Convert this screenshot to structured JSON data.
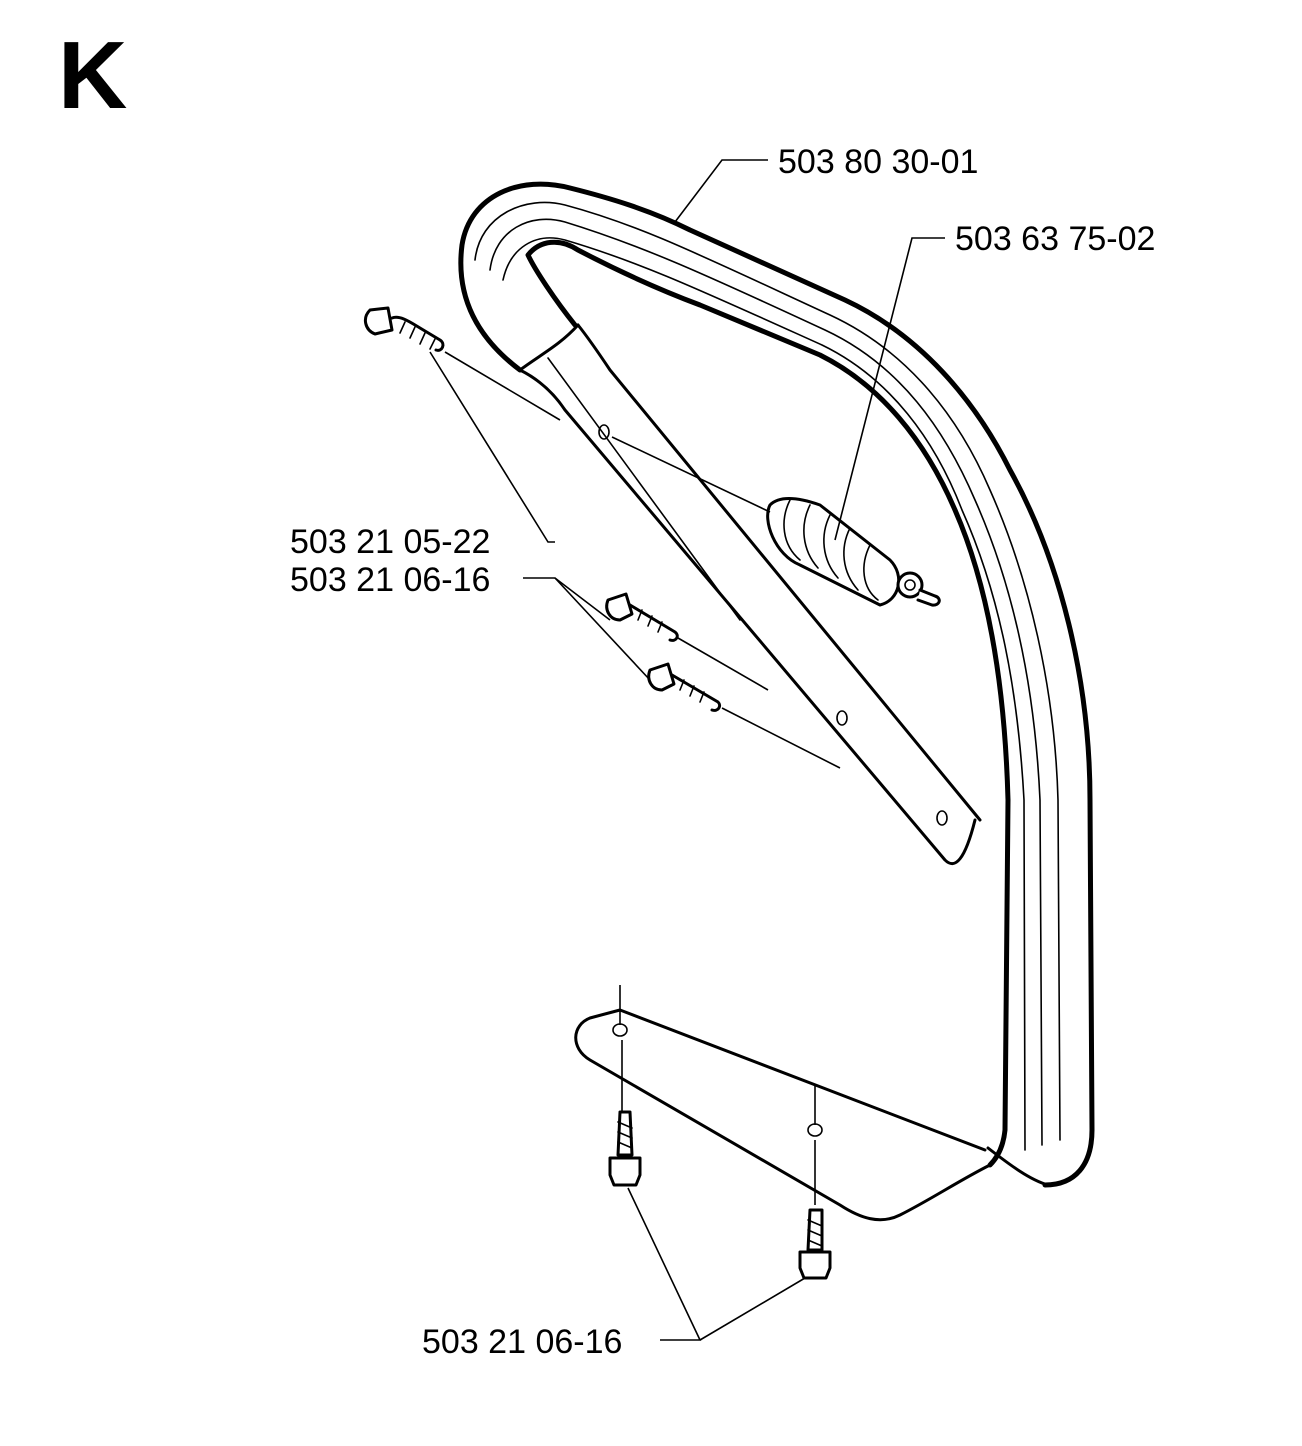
{
  "section_letter": "K",
  "parts": [
    {
      "id": "handlebar",
      "number": "503 80 30-01"
    },
    {
      "id": "rubber-buffer",
      "number": "503 63 75-02"
    },
    {
      "id": "buffer-screw",
      "number": "503 21 05-22"
    },
    {
      "id": "handlebar-screws-upper",
      "number": "503 21 06-16"
    },
    {
      "id": "handlebar-screws-lower",
      "number": "503 21 06-16"
    }
  ]
}
